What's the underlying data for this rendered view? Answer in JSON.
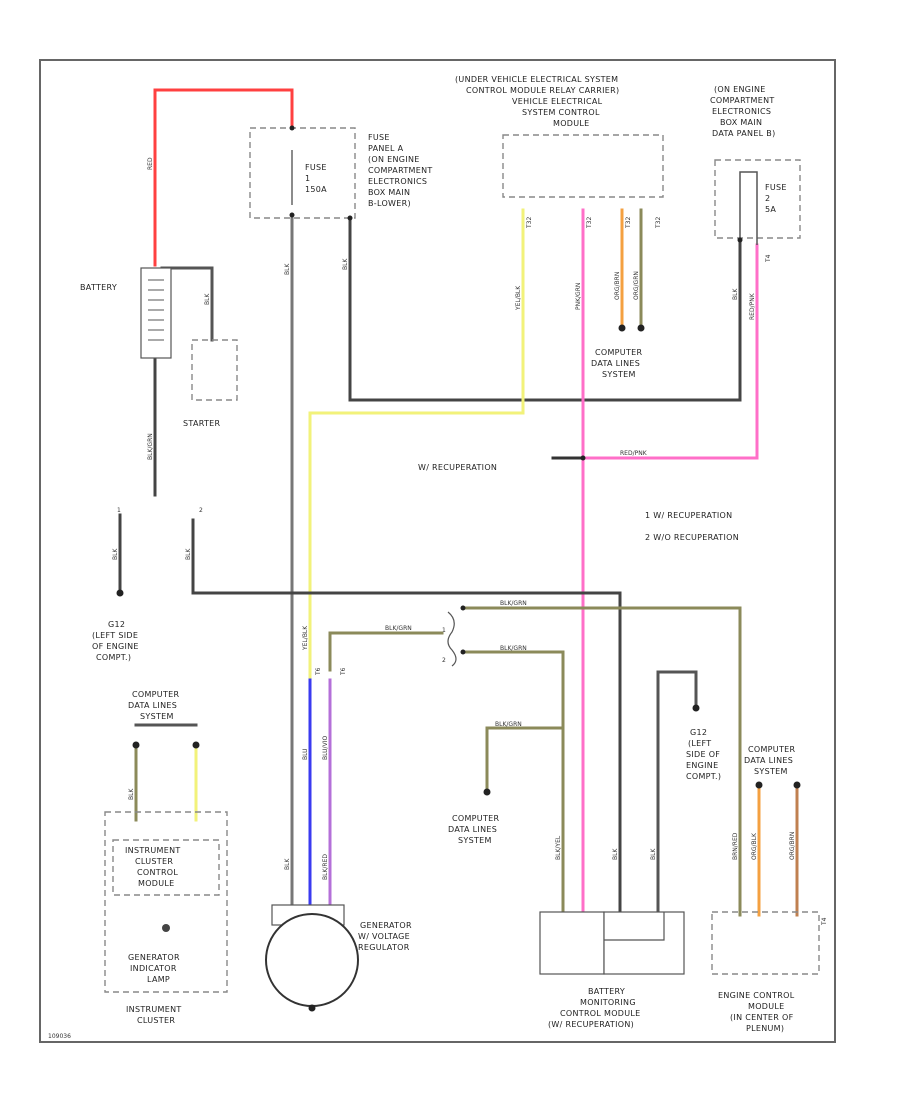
{
  "labels": {
    "battery": "BATTERY",
    "starter": "STARTER",
    "fuse_panel": [
      "FUSE",
      "PANEL A",
      "(ON ENGINE",
      "COMPARTMENT",
      "ELECTRONICS",
      "BOX MAIN",
      "B-LOWER)"
    ],
    "fuse1": [
      "FUSE",
      "1",
      "150A"
    ],
    "under_vehicle": [
      "(UNDER VEHICLE ELECTRICAL SYSTEM",
      "CONTROL MODULE RELAY CARRIER)",
      "VEHICLE ELECTRICAL",
      "SYSTEM CONTROL",
      "MODULE"
    ],
    "engine_box": [
      "(ON ENGINE",
      "COMPARTMENT",
      "ELECTRONICS",
      "BOX MAIN",
      "DATA PANEL B)"
    ],
    "fuse2": [
      "FUSE",
      "2",
      "5A"
    ],
    "cdl_top": [
      "COMPUTER",
      "DATA LINES",
      "SYSTEM"
    ],
    "recup": "W/ RECUPERATION",
    "legend1": "1  W/ RECUPERATION",
    "legend2": "2  W/O RECUPERATION",
    "g12_left": [
      "G12",
      "(LEFT SIDE",
      "OF ENGINE",
      "COMPT.)"
    ],
    "g12_right": [
      "G12",
      "(LEFT",
      "SIDE OF",
      "ENGINE",
      "COMPT.)"
    ],
    "cdl_left": [
      "COMPUTER",
      "DATA LINES",
      "SYSTEM"
    ],
    "cdl_mid": [
      "COMPUTER",
      "DATA LINES",
      "SYSTEM"
    ],
    "cdl_right": [
      "COMPUTER",
      "DATA LINES",
      "SYSTEM"
    ],
    "ic_module": [
      "INSTRUMENT",
      "CLUSTER",
      "CONTROL",
      "MODULE"
    ],
    "gen_lamp": [
      "GENERATOR",
      "INDICATOR",
      "LAMP"
    ],
    "instrument_cluster": [
      "INSTRUMENT",
      "CLUSTER"
    ],
    "generator": [
      "GENERATOR",
      "W/ VOLTAGE",
      "REGULATOR"
    ],
    "bms": [
      "BATTERY",
      "MONITORING",
      "CONTROL MODULE",
      "(W/ RECUPERATION)"
    ],
    "ecm": [
      "ENGINE CONTROL",
      "MODULE",
      "(IN CENTER OF",
      "PLENUM)"
    ],
    "footer": "109036"
  },
  "wire_labels": {
    "red": "RED",
    "blk_1": "BLK",
    "blk_2": "BLK",
    "blk_3": "BLK",
    "blk_4": "BLK",
    "blk_5": "BLK",
    "blk_6": "BLK",
    "blk_7": "BLK",
    "blk_8": "BLK",
    "blk_9": "BLK",
    "blk_10": "BLK",
    "yel_blk": "YEL/BLK",
    "yel_blk_2": "YEL/BLK",
    "pnk_grn": "PNK/GRN",
    "org_brn": "ORG/BRN",
    "org_grn": "ORG/GRN",
    "red_pnk": "RED/PNK",
    "red_pnk_2": "RED/PNK",
    "blk_grn_1": "BLK/GRN",
    "blk_grn_2": "BLK/GRN",
    "blk_grn_3": "BLK/GRN",
    "blk_grn_4": "BLK/GRN",
    "blk_grn_5": "BLK/GRN",
    "blk_red": "BLK/RED",
    "blu": "BLU",
    "blu_vio": "BLU/VIO",
    "blk_yel": "BLK/YEL",
    "brn_red": "BRN/RED",
    "org_blk": "ORG/BLK",
    "org_brn_2": "ORG/BRN"
  },
  "pins": {
    "t32_1": "T32",
    "t32_2": "T32",
    "t32_3": "T32",
    "t32_4": "T32",
    "t4": "T4",
    "t6": "T6",
    "t6_2": "T6",
    "t4_ecm": "T4",
    "p1": "1",
    "p2": "2",
    "p1b": "1",
    "p2b": "2"
  },
  "colors": {
    "red": "#ff4040",
    "yellow": "#f2f27a",
    "pink": "#ff6fc8",
    "orange": "#f4a040",
    "olive": "#8b8a5a",
    "gray": "#777777",
    "dark": "#3a3a3a",
    "blue": "#3a3af0",
    "violet": "#b470d8",
    "olive_dark": "#6e6d3a"
  }
}
